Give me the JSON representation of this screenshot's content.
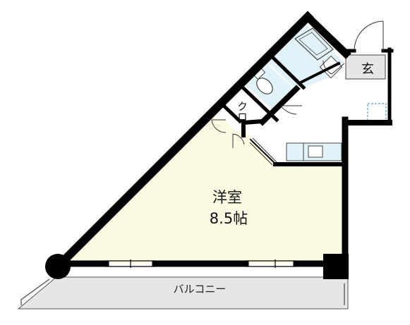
{
  "plan": {
    "rooms": [
      {
        "id": "western-room",
        "name": "洋室",
        "size": "8.5帖"
      },
      {
        "id": "closet",
        "name": "クロ"
      },
      {
        "id": "entrance",
        "name": "玄"
      },
      {
        "id": "balcony",
        "name": "バルコニー"
      }
    ],
    "colors": {
      "wall": "#000000",
      "room_floor": "#fbfbe4",
      "wet_area": "#e1f2f8",
      "balcony": "#e6e6e6",
      "entrance": "#e6e6e6",
      "background": "#ffffff"
    }
  }
}
